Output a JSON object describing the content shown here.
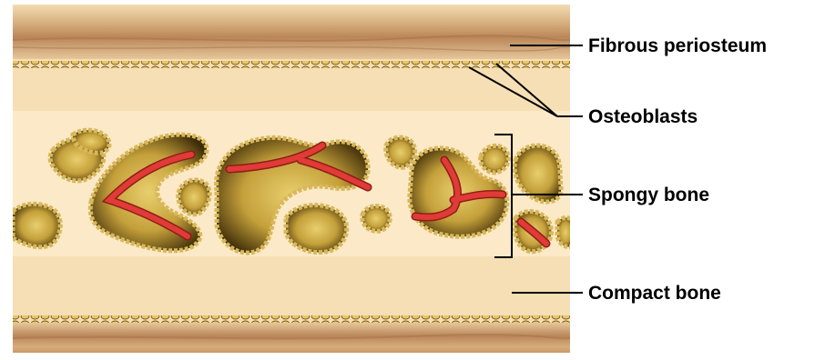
{
  "labels": {
    "periosteum": "Fibrous periosteum",
    "osteoblasts": "Osteoblasts",
    "spongy": "Spongy bone",
    "compact": "Compact bone"
  },
  "colors": {
    "periosteum": "#c89a67",
    "compact": "#f6dfb5",
    "marrow": "#fbe9c8",
    "trabecula": "#c9a640",
    "trabecula_dark": "#5c4310",
    "osteoblast": "#e2c466",
    "vessel": "#d93a36",
    "vessel_dark": "#8f1d1a"
  }
}
